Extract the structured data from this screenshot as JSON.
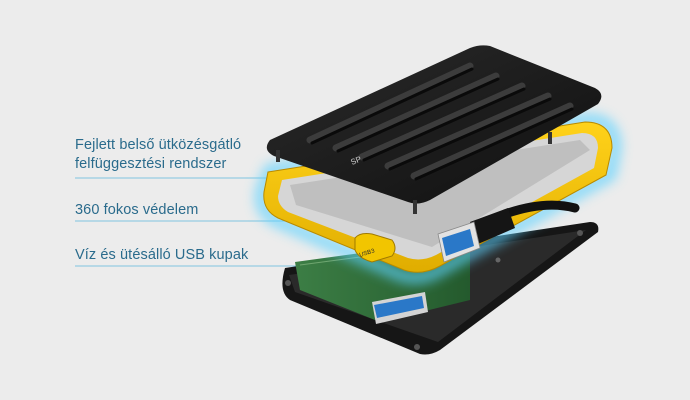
{
  "callouts": [
    {
      "lines": [
        "Fejlett belső ütközésgátló",
        "felfüggesztési rendszer"
      ]
    },
    {
      "lines": [
        "360 fokos védelem"
      ]
    },
    {
      "lines": [
        "Víz és ütésálló USB kupak"
      ]
    }
  ],
  "product": {
    "logo_text": "SP",
    "port_label": "USB3"
  },
  "colors": {
    "background": "#ececec",
    "label_text": "#2a6b8c",
    "leader_line": "#7fc4e0",
    "glow": "#5fd3ff",
    "bumper_yellow": "#f2c500",
    "shell_black": "#1a1a1a",
    "pcb_green": "#2f6b3a",
    "usb_blue": "#2a78c8"
  }
}
